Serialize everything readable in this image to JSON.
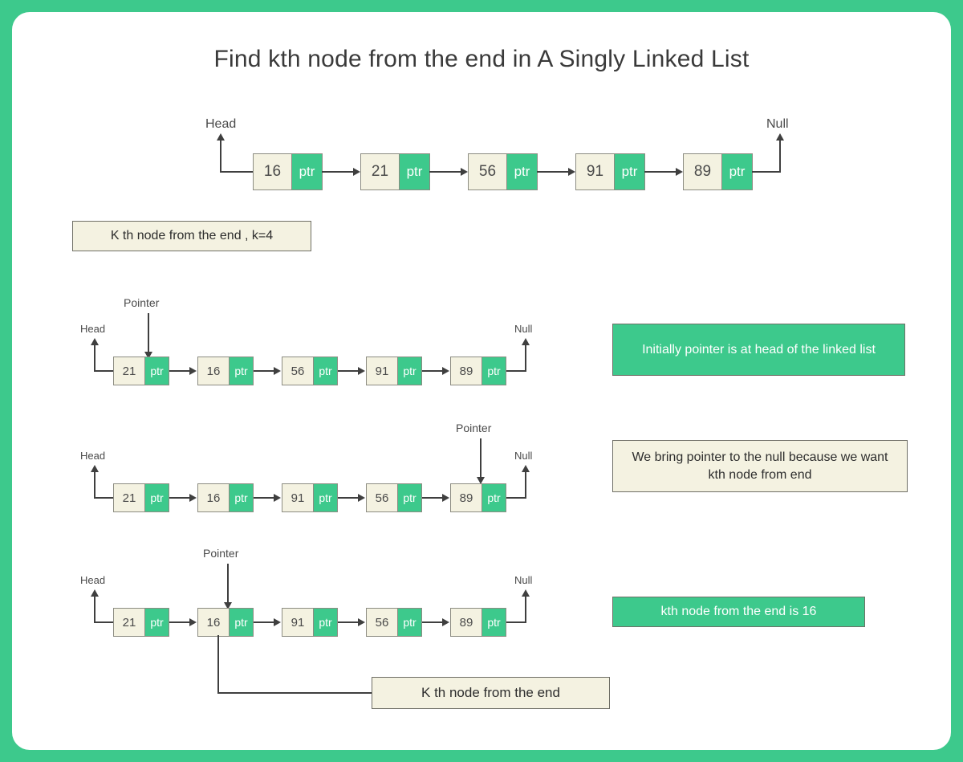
{
  "page": {
    "title": "Find kth node from the end in A Singly Linked List",
    "frame_color": "#3dc98c",
    "node_fill": "#f4f2e1",
    "ptr_fill": "#3dc98c",
    "line_color": "#3f3f3f"
  },
  "labels": {
    "head": "Head",
    "null": "Null",
    "pointer": "Pointer",
    "ptr_cell": "ptr"
  },
  "k_box": {
    "text": "K th node from the end , k=4"
  },
  "rows": [
    {
      "id": "row-initial-list",
      "nodes": [
        "16",
        "21",
        "56",
        "91",
        "89"
      ],
      "pointer_index": null,
      "note": null
    },
    {
      "id": "row-pointer-at-head",
      "nodes": [
        "21",
        "16",
        "56",
        "91",
        "89"
      ],
      "pointer_index": 0,
      "note": "Initially pointer is at head of the linked list",
      "note_style": "green"
    },
    {
      "id": "row-pointer-at-null",
      "nodes": [
        "21",
        "16",
        "91",
        "56",
        "89"
      ],
      "pointer_index": 4,
      "note": "We bring pointer to the null because we want kth node from end",
      "note_style": "cream"
    },
    {
      "id": "row-pointer-at-answer",
      "nodes": [
        "21",
        "16",
        "91",
        "56",
        "89"
      ],
      "pointer_index": 1,
      "note": "kth node from the end is 16",
      "note_style": "green"
    }
  ],
  "answer_box": {
    "text": "K th node from the end"
  }
}
